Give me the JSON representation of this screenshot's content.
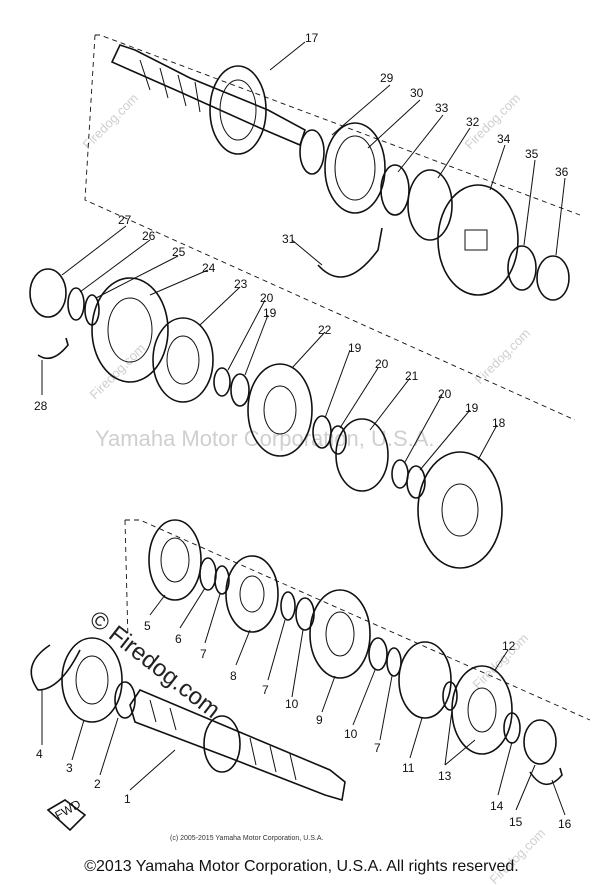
{
  "watermarks": {
    "center_text": "Yamaha Motor Corporation, U.S.A.",
    "site_text": "Firedog.com",
    "big_site_text": "© Firedog.com",
    "small_symbol": "©"
  },
  "credit_line": "(c) 2005-2015 Yamaha Motor Corporation, U.S.A.",
  "footer": "©2013 Yamaha Motor Corporation, U.S.A. All rights reserved.",
  "fwd_label": "FWD",
  "callouts": {
    "n17": "17",
    "n29": "29",
    "n30": "30",
    "n33": "33",
    "n32": "32",
    "n34": "34",
    "n35": "35",
    "n36": "36",
    "n31": "31",
    "n27": "27",
    "n26": "26",
    "n25": "25",
    "n24": "24",
    "n23": "23",
    "n20a": "20",
    "n19a": "19",
    "n22": "22",
    "n19b": "19",
    "n20b": "20",
    "n21": "21",
    "n20c": "20",
    "n19c": "19",
    "n18": "18",
    "n28": "28",
    "n5": "5",
    "n6": "6",
    "n7a": "7",
    "n8": "8",
    "n7b": "7",
    "n10a": "10",
    "n9": "9",
    "n10b": "10",
    "n7c": "7",
    "n11": "11",
    "n12": "12",
    "n13": "13",
    "n14": "14",
    "n15": "15",
    "n16": "16",
    "n4": "4",
    "n3": "3",
    "n2": "2",
    "n1": "1"
  }
}
